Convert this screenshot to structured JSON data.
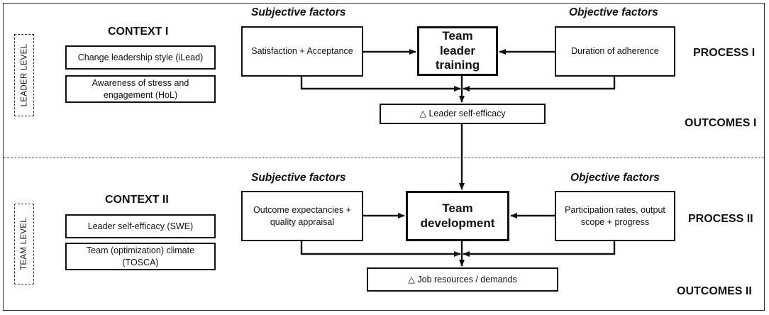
{
  "leader": {
    "level_label": "LEADER LEVEL",
    "context_title": "CONTEXT I",
    "context_items": [
      "Change leadership style (iLead)",
      "Awareness of stress and engagement (HoL)"
    ],
    "subjective_title": "Subjective factors",
    "objective_title": "Objective factors",
    "subjective_box": "Satisfaction + Acceptance",
    "center_box": "Team leader training",
    "objective_box": "Duration of adherence",
    "process_title": "PROCESS I",
    "outcome_box": "△ Leader self-efficacy",
    "outcomes_title": "OUTCOMES I"
  },
  "team": {
    "level_label": "TEAM LEVEL",
    "context_title": "CONTEXT II",
    "context_items": [
      "Leader self-efficacy (SWE)",
      "Team (optimization) climate (TOSCA)"
    ],
    "subjective_title": "Subjective factors",
    "objective_title": "Objective factors",
    "subjective_box": "Outcome expectancies + quality appraisal",
    "center_box": "Team development",
    "objective_box": "Participation rates, output scope + progress",
    "process_title": "PROCESS II",
    "outcome_box": "△ Job resources / demands",
    "outcomes_title": "OUTCOMES II"
  }
}
